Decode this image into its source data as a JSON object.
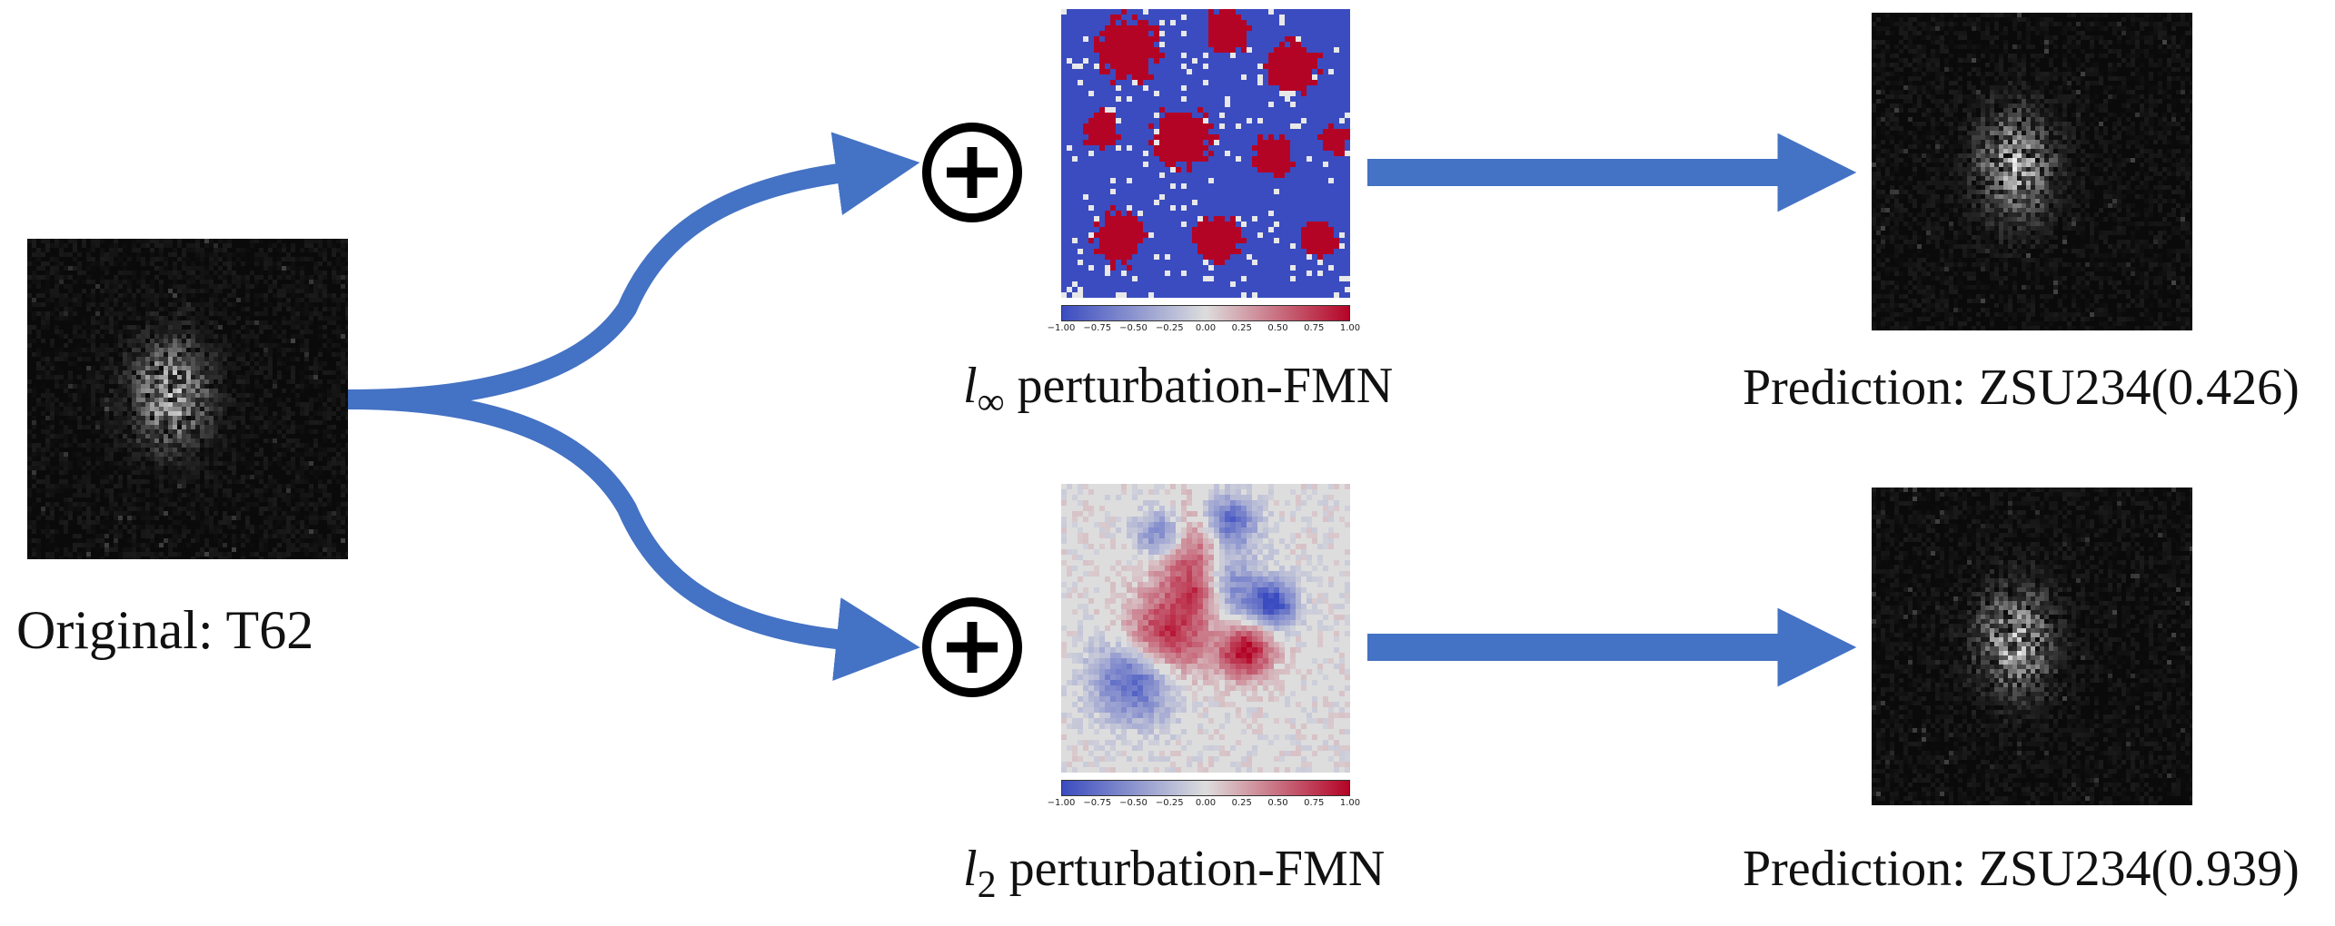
{
  "original": {
    "label": "Original: T62"
  },
  "branches": [
    {
      "norm_symbol": "l",
      "norm_subscript": "∞",
      "perturbation_label": " perturbation-FMN",
      "prediction_label": "Prediction: ZSU234(0.426)"
    },
    {
      "norm_symbol": "l",
      "norm_subscript": "2",
      "perturbation_label": " perturbation-FMN",
      "prediction_label": "Prediction: ZSU234(0.939)"
    }
  ],
  "colorbar": {
    "ticks": [
      "−1.00",
      "−0.75",
      "−0.50",
      "−0.25",
      "0.00",
      "0.25",
      "0.50",
      "0.75",
      "1.00"
    ],
    "low_color": "#3b4cc0",
    "mid_color": "#dddddd",
    "high_color": "#b40426"
  },
  "colors": {
    "arrow": "#4472c4",
    "image_bg": "#0a0a0a",
    "plus_stroke": "#000000"
  },
  "icons": {
    "add": "circled-plus-icon",
    "arrow": "arrow-right-icon"
  }
}
